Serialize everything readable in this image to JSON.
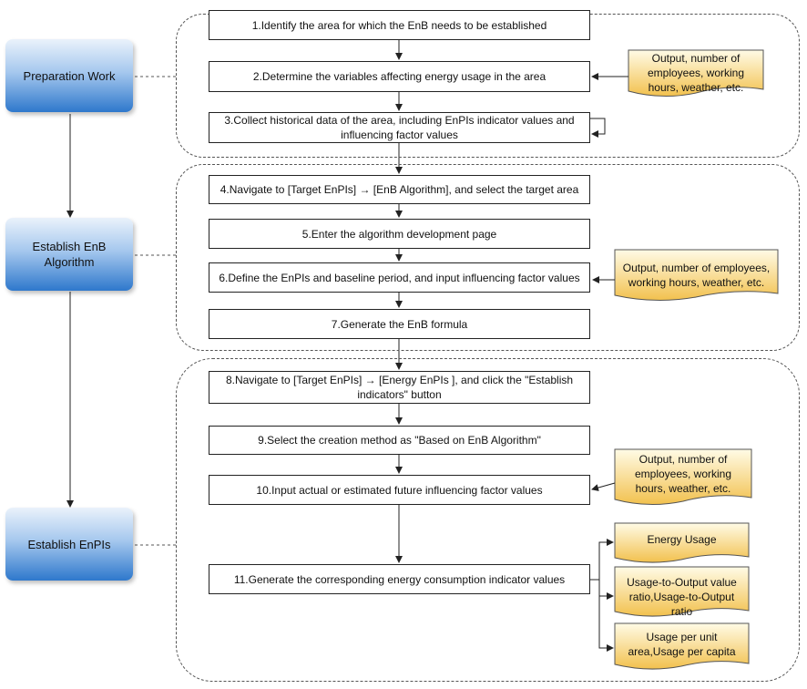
{
  "phases": [
    {
      "label": "Preparation Work"
    },
    {
      "label": "Establish EnB Algorithm"
    },
    {
      "label": "Establish EnPIs"
    }
  ],
  "steps": [
    {
      "label": "1.Identify the area for which the EnB needs to be established"
    },
    {
      "label": "2.Determine the variables affecting energy usage in the area"
    },
    {
      "label": "3.Collect historical data of the area, including EnPIs indicator values and influencing factor values"
    },
    {
      "label": "4.Navigate to [Target EnPIs] → [EnB Algorithm], and select the target area"
    },
    {
      "label": "5.Enter the algorithm development page"
    },
    {
      "label": "6.Define the EnPIs and baseline period, and input influencing factor values"
    },
    {
      "label": "7.Generate the EnB formula"
    },
    {
      "label": "8.Navigate to [Target EnPIs] → [Energy EnPIs ], and click the \"Establish indicators\" button"
    },
    {
      "label": "9.Select the creation method as \"Based on EnB Algorithm\""
    },
    {
      "label": "10.Input actual or estimated future influencing factor values"
    },
    {
      "label": "11.Generate the corresponding energy consumption indicator values"
    }
  ],
  "notes": [
    {
      "label": "Output, number of employees, working hours, weather, etc."
    },
    {
      "label": "Output, number of employees, working hours, weather, etc."
    },
    {
      "label": "Output, number of employees, working hours, weather, etc."
    },
    {
      "label": "Energy Usage"
    },
    {
      "label": "Usage-to-Output value ratio,Usage-to-Output ratio"
    },
    {
      "label": "Usage per unit area,Usage per capita"
    }
  ],
  "colors": {
    "phase_top": "#eaf2fb",
    "phase_bottom": "#2e78cc",
    "note_top": "#fffbe6",
    "note_bottom": "#f2c14e",
    "line": "#222222"
  }
}
